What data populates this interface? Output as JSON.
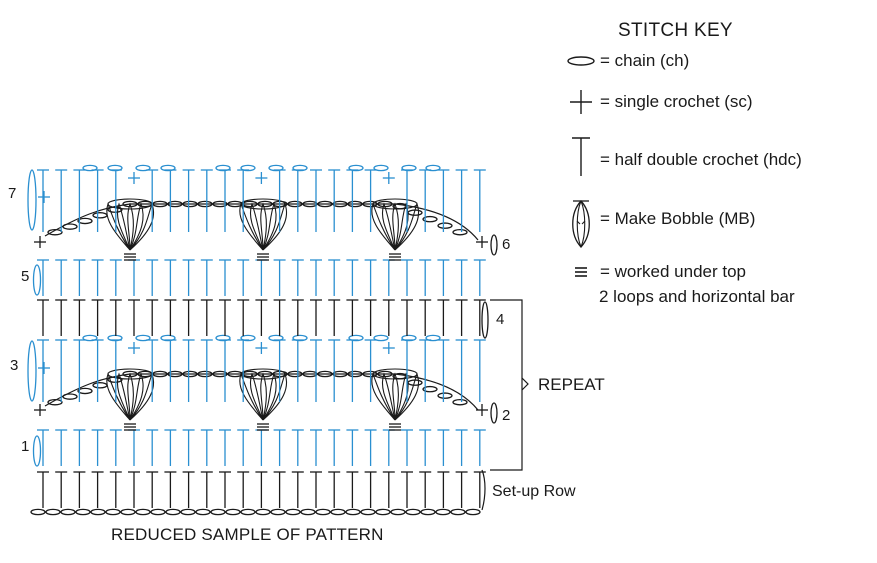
{
  "key": {
    "title": "STITCH KEY",
    "items": [
      {
        "icon": "chain-oval-icon",
        "text": "= chain (ch)"
      },
      {
        "icon": "single-crochet-cross-icon",
        "text": "= single crochet (sc)"
      },
      {
        "icon": "half-double-crochet-t-icon",
        "text": "= half double crochet (hdc)"
      },
      {
        "icon": "make-bobble-icon",
        "text": "= Make Bobble (MB)"
      },
      {
        "icon": "triple-bar-icon",
        "text": "= worked under top",
        "text2": "2 loops and horizontal bar"
      }
    ]
  },
  "labels": {
    "caption": "REDUCED SAMPLE OF PATTERN",
    "repeat": "REPEAT",
    "setup": "Set-up Row",
    "rows": [
      "7",
      "6",
      "5",
      "4",
      "3",
      "2",
      "1"
    ]
  },
  "colors": {
    "ink": "#1a1a1a",
    "blue": "#2a8fd0"
  }
}
